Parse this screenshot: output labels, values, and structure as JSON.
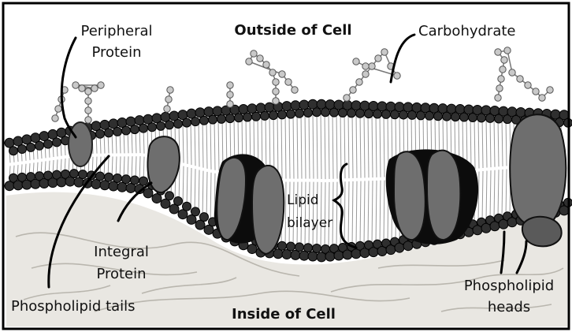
{
  "diagram": {
    "labels": {
      "peripheral_protein_line1": "Peripheral",
      "peripheral_protein_line2": "Protein",
      "outside_of_cell": "Outside of Cell",
      "carbohydrate": "Carbohydrate",
      "lipid_bilayer_line1": "Lipid",
      "lipid_bilayer_line2": "bilayer",
      "integral_protein_line1": "Integral",
      "integral_protein_line2": "Protein",
      "phospholipid_tails": "Phospholipid tails",
      "inside_of_cell": "Inside of Cell",
      "phospholipid_heads_line1": "Phospholipid",
      "phospholipid_heads_line2": "heads"
    },
    "colors": {
      "border": "#000000",
      "outside_background": "#ffffff",
      "inside_background": "#e9e7e2",
      "head_fill": "#2f2f2f",
      "tail_stroke": "#9a9a9a",
      "protein_fill": "#6e6e6e",
      "protein_shadow": "#0c0c0c",
      "carbohydrate_fill": "#c9c9c9",
      "fiber_stroke": "#b9b6ae"
    }
  }
}
